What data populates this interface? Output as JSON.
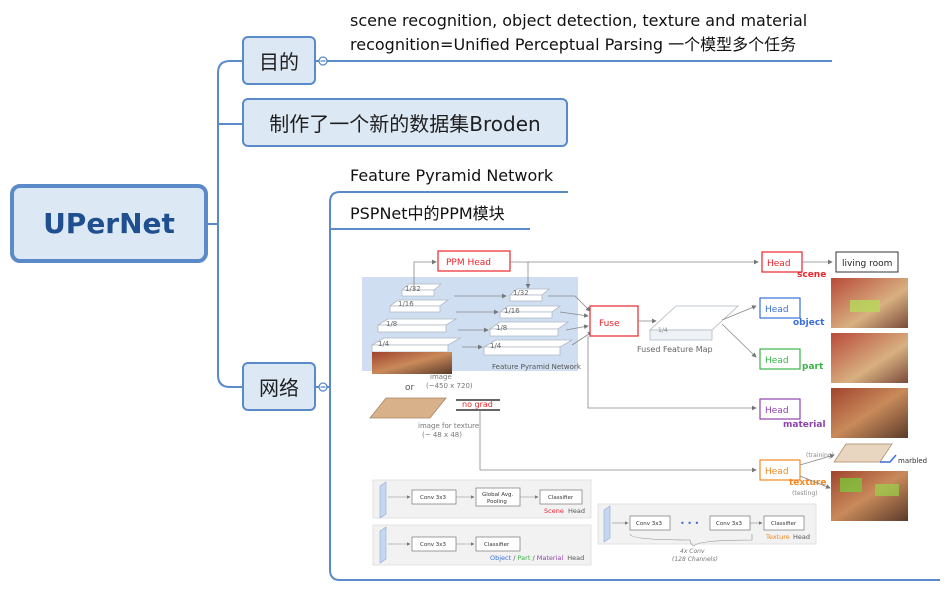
{
  "root": {
    "label": "UPerNet"
  },
  "branches": {
    "goal": {
      "label": "目的",
      "detail_line1": "scene recognition, object detection, texture and material",
      "detail_line2": "recognition=Unified Perceptual Parsing 一个模型多个任务"
    },
    "dataset": {
      "label": "制作了一个新的数据集Broden"
    },
    "network": {
      "label": "网络",
      "items": [
        "Feature Pyramid Network",
        "PSPNet中的PPM模块"
      ]
    }
  },
  "figure": {
    "ppm_head": "PPM Head",
    "fuse": "Fuse",
    "fused_map": "Fused Feature Map",
    "fpn_label": "Feature Pyramid Network",
    "scales": [
      "1/32",
      "1/16",
      "1/8",
      "1/4"
    ],
    "image_label": "image",
    "image_size": "(~450 x 720)",
    "or": "or",
    "texture_image_label": "image for texture",
    "texture_image_size": "(~ 48 x 48)",
    "no_grad": "no grad",
    "head": "Head",
    "scene": "scene",
    "living_room": "living room",
    "object": "object",
    "part": "part",
    "material": "material",
    "texture": "texture",
    "training": "(training)",
    "testing": "(testing)",
    "marbled": "marbled",
    "conv3x3": "Conv 3x3",
    "global_pool_1": "Global Avg.",
    "global_pool_2": "Pooling",
    "classifier": "Classifier",
    "scene_head": "Scene",
    "head_word": "Head",
    "obj_word": "Object",
    "part_word": "Part",
    "mat_word": "Material",
    "slash": "/",
    "texture_head": "Texture",
    "dots": "• • •",
    "four_conv": "4x Conv",
    "channels": "(128 Channels)"
  },
  "colors": {
    "accent": "#5b8ac9",
    "node_fill": "#dde8f5",
    "red": "#e8262c",
    "blue": "#3a6fd8",
    "green": "#3bb34a",
    "purple": "#8e44ad",
    "orange": "#f08a24"
  }
}
